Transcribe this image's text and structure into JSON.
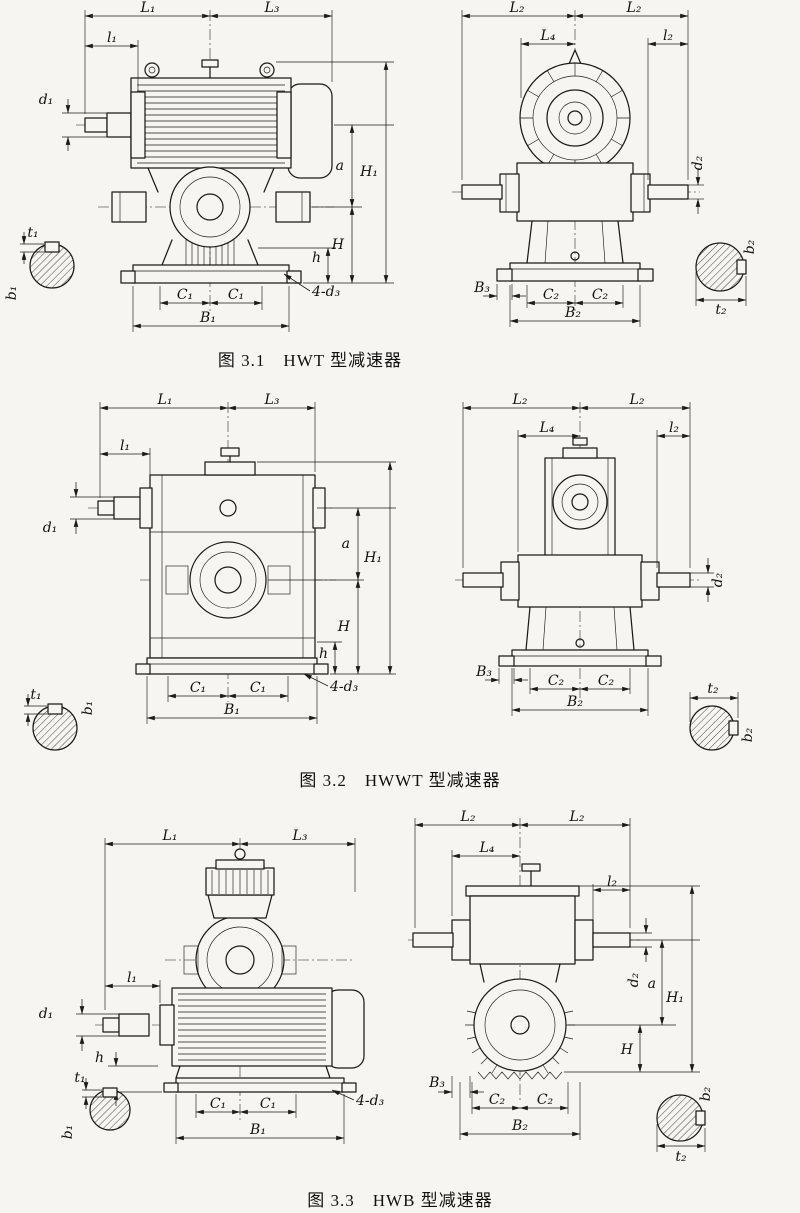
{
  "colors": {
    "ink": "#1b1b1b",
    "paper": "#f6f5f1"
  },
  "labels": {
    "L1": "L₁",
    "L2": "L₂",
    "L3": "L₃",
    "L4": "L₄",
    "l1": "l₁",
    "l2": "l₂",
    "d1": "d₁",
    "d2": "d₂",
    "d3": "4-d₃",
    "a": "a",
    "H": "H",
    "H1": "H₁",
    "h": "h",
    "B1": "B₁",
    "B2": "B₂",
    "B3": "B₃",
    "b1": "b₁",
    "b2": "b₂",
    "C1": "C₁",
    "C2": "C₂",
    "t1": "t₁",
    "t2": "t₂"
  },
  "figures": [
    {
      "id": "3.1",
      "caption": "图 3.1　HWT 型减速器"
    },
    {
      "id": "3.2",
      "caption": "图 3.2　HWWT 型减速器"
    },
    {
      "id": "3.3",
      "caption": "图 3.3　HWB 型减速器"
    }
  ]
}
